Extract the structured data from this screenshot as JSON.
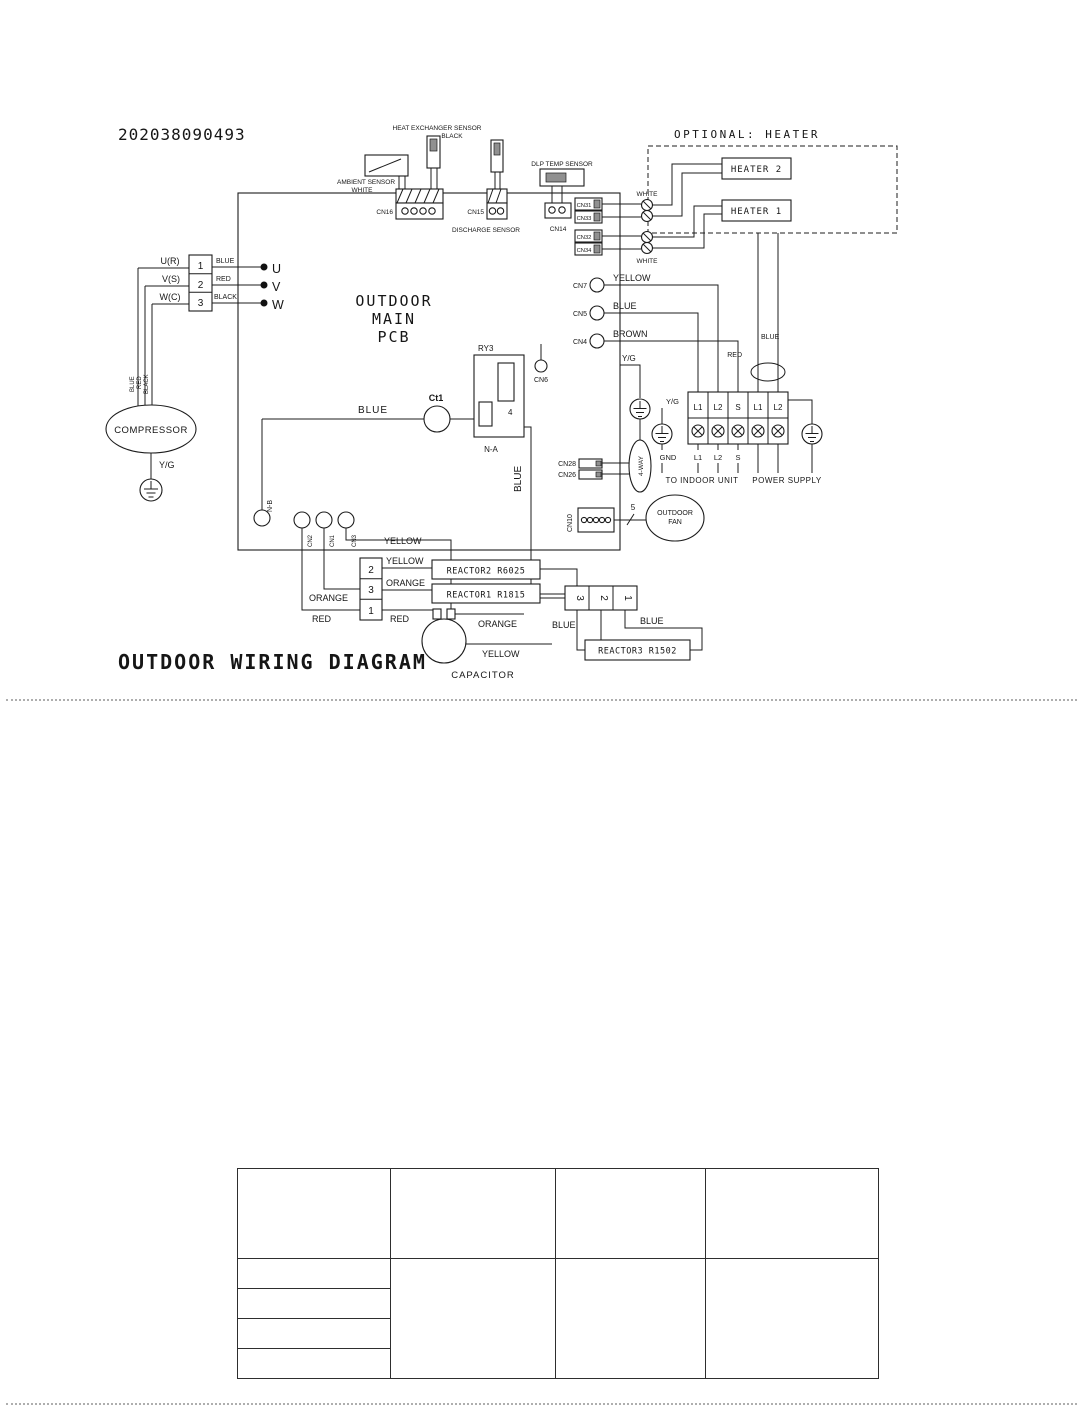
{
  "page": {
    "doc_number": "202038090493",
    "title": "OUTDOOR WIRING DIAGRAM"
  },
  "pcb": {
    "line1": "OUTDOOR",
    "line2": "MAIN",
    "line3": "PCB"
  },
  "sensors": {
    "heat_exchanger": "HEAT EXCHANGER SENSOR",
    "heat_exchanger_color": "BLACK",
    "ambient": "AMBIENT SENSOR",
    "ambient_color": "WHITE",
    "discharge": "DISCHARGE SENSOR",
    "dlp": "DLP TEMP SENSOR",
    "cn16": "CN16",
    "cn15": "CN15",
    "cn14": "CN14"
  },
  "heater": {
    "title": "OPTIONAL: HEATER",
    "heater2": "HEATER 2",
    "heater1": "HEATER 1",
    "cn31": "CN31",
    "cn33": "CN33",
    "cn32": "CN32",
    "cn34": "CN34",
    "white_top": "WHITE",
    "white_bottom": "WHITE"
  },
  "compressor": {
    "label": "COMPRESSOR",
    "ground": "Y/G",
    "t1": "U(R)",
    "t2": "V(S)",
    "t3": "W(C)",
    "n1": "1",
    "n2": "2",
    "n3": "3",
    "w1": "BLUE",
    "w2": "RED",
    "w3": "BLACK",
    "p1": "U",
    "p2": "V",
    "p3": "W",
    "v1": "BLUE",
    "v2": "RED",
    "v3": "BLACK"
  },
  "center": {
    "blue": "BLUE",
    "ct1": "Ct1",
    "ry3": "RY3",
    "pin4": "4",
    "na": "N-A",
    "nb": "N-B",
    "cn6": "CN6",
    "blue_v": "BLUE"
  },
  "right": {
    "cn7": "CN7",
    "cn7_wire": "YELLOW",
    "cn5": "CN5",
    "cn5_wire": "BLUE",
    "cn4": "CN4",
    "cn4_wire": "BROWN",
    "yg1": "Y/G",
    "yg2": "Y/G",
    "blue": "BLUE",
    "red": "RED",
    "cn28": "CN28",
    "cn26": "CN26",
    "four_way": "4-WAY",
    "cn10": "CN10",
    "fan_count": "5",
    "fan1": "OUTDOOR",
    "fan2": "FAN"
  },
  "terminals": {
    "c1": "L1",
    "c2": "L2",
    "c3": "S",
    "c4": "L1",
    "c5": "L2",
    "gnd": "GND",
    "b1": "L1",
    "b2": "L2",
    "b3": "S",
    "indoor": "TO INDOOR UNIT",
    "power": "POWER SUPPLY"
  },
  "bottom": {
    "cn2": "CN2",
    "cn1": "CN1",
    "cn3": "CN3",
    "yellow_top": "YELLOW",
    "s1": "2",
    "s2": "3",
    "s3": "1",
    "yellow": "YELLOW",
    "orange_r": "ORANGE",
    "red_r": "RED",
    "orange_l": "ORANGE",
    "red_l": "RED",
    "reactor2": "REACTOR2 R6025",
    "reactor1": "REACTOR1 R1815",
    "reactor3": "REACTOR3 R1502",
    "h1": "3",
    "h2": "2",
    "h3": "1",
    "blue_l": "BLUE",
    "blue_r": "BLUE",
    "cap_orange": "ORANGE",
    "cap_yellow": "YELLOW",
    "capacitor": "CAPACITOR"
  }
}
